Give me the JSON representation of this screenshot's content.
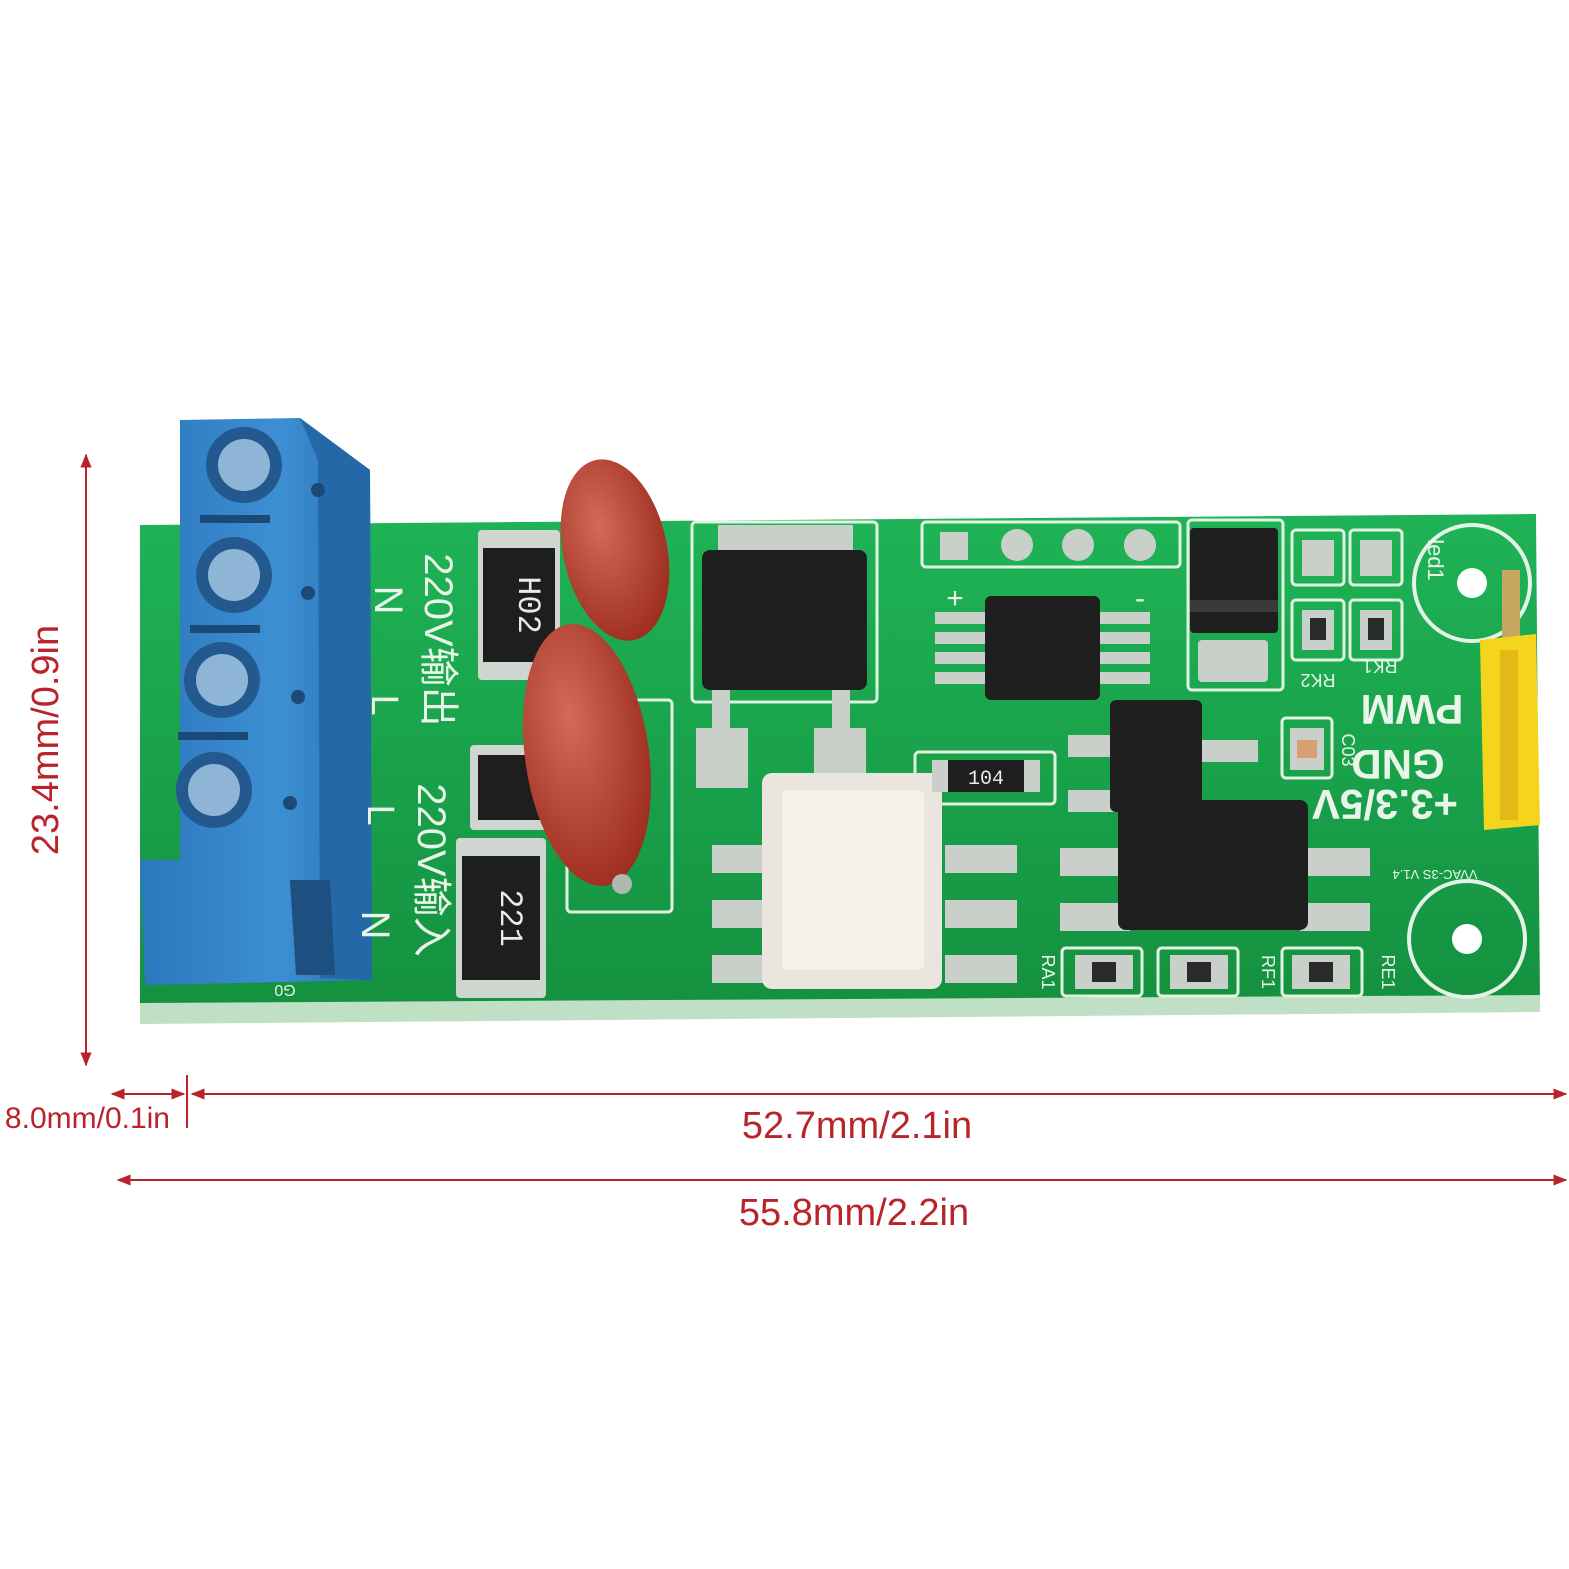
{
  "dimensions": {
    "height_label": "23.4mm/0.9in",
    "terminal_offset_label": "8.0mm/0.1in",
    "board_length_label": "52.7mm/2.1in",
    "total_length_label": "55.8mm/2.2in"
  },
  "silkscreen": {
    "n_top": "N",
    "output_label": "220V输出",
    "l_top": "L",
    "l_bottom": "L",
    "input_label": "220V输入",
    "n_bottom": "N",
    "pwm": "PWM",
    "gnd": "GND",
    "vcc": "+3.3/5V",
    "led": "led1",
    "rk1": "RK1",
    "rk2": "RK2",
    "c03": "C03",
    "ra1": "RA1",
    "rf1": "RF1",
    "re1": "RE1",
    "version": "VVAC-3S V1.4",
    "g0": "G0",
    "plus": "+",
    "minus": "-"
  },
  "components": {
    "resistor_top": "H02",
    "resistor_bottom": "221",
    "resistor_small": "104"
  },
  "colors": {
    "pcb": "#16a34a",
    "terminal": "#3a86c8",
    "capacitor": "#b23a2a",
    "dimension": "#b8242a",
    "header": "#f4d51c"
  }
}
